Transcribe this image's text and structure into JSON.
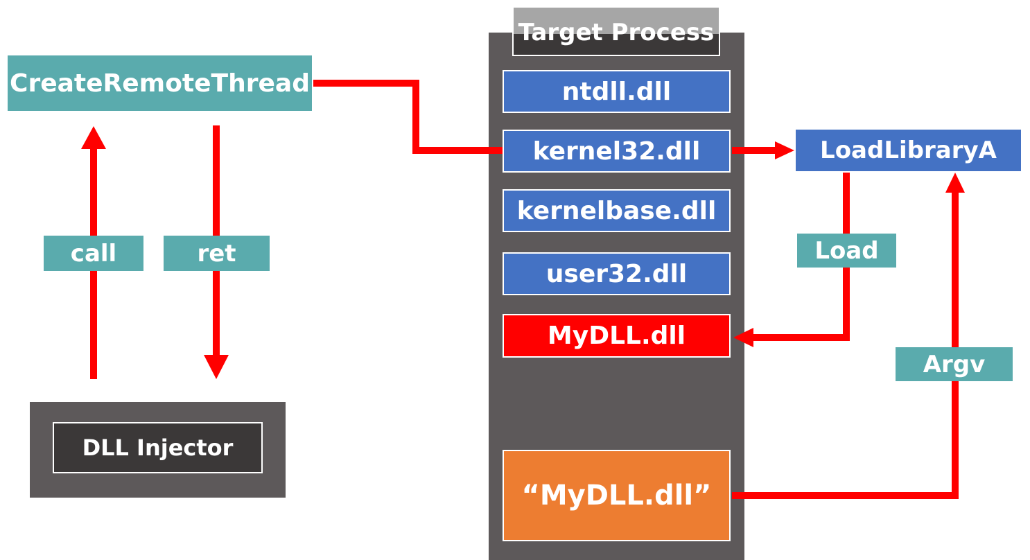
{
  "target_process": {
    "title": "Target Process",
    "modules": {
      "ntdll": "ntdll.dll",
      "kernel32": "kernel32.dll",
      "kernelbase": "kernelbase.dll",
      "user32": "user32.dll",
      "mydll": "MyDLL.dll",
      "path_string": "“MyDLL.dll”"
    }
  },
  "injector": {
    "label": "DLL Injector"
  },
  "api": {
    "create_remote_thread": "CreateRemoteThread",
    "load_library": "LoadLibraryA"
  },
  "edge_labels": {
    "call": "call",
    "ret": "ret",
    "load": "Load",
    "argv": "Argv"
  },
  "colors": {
    "arrow": "#ff0000",
    "teal": "#5aabad",
    "blue": "#4472c4",
    "orange": "#ed7d31",
    "process_bg": "#5d595a",
    "title_bg": "#3b3838"
  }
}
